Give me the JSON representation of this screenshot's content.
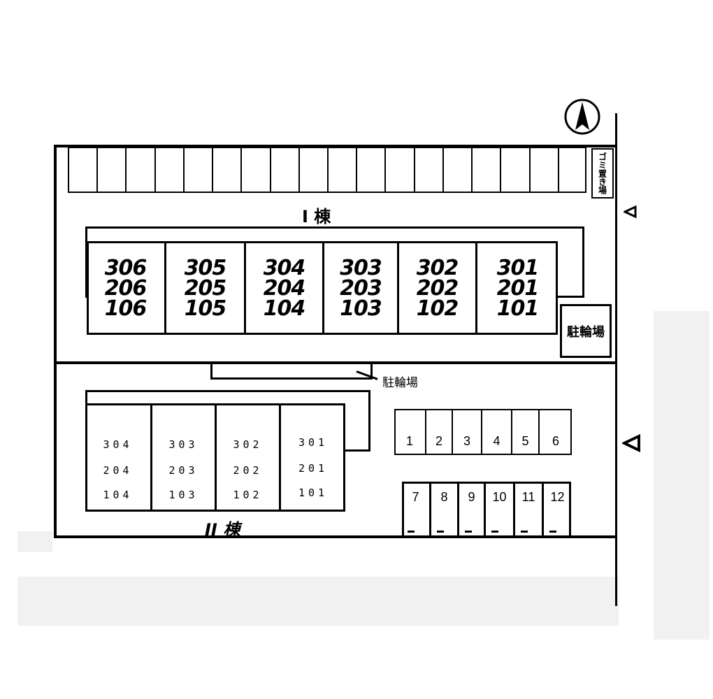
{
  "compass": {
    "label": "N-arrow"
  },
  "buildings": {
    "building1": {
      "name": "I 棟",
      "units": [
        {
          "top": "306",
          "mid": "206",
          "bot": "106"
        },
        {
          "top": "305",
          "mid": "205",
          "bot": "105"
        },
        {
          "top": "304",
          "mid": "204",
          "bot": "104"
        },
        {
          "top": "303",
          "mid": "203",
          "bot": "103"
        },
        {
          "top": "302",
          "mid": "202",
          "bot": "102"
        },
        {
          "top": "301",
          "mid": "201",
          "bot": "101"
        }
      ]
    },
    "building2": {
      "name": "II 棟",
      "units": [
        {
          "top": "304",
          "mid": "204",
          "bot": "104"
        },
        {
          "top": "303",
          "mid": "203",
          "bot": "103"
        },
        {
          "top": "302",
          "mid": "202",
          "bot": "102"
        },
        {
          "top": "301",
          "mid": "201",
          "bot": "101"
        }
      ]
    }
  },
  "facilities": {
    "garbage": "ゴミ置き場",
    "bike_parking_1": "駐輪場",
    "bike_parking_2": "駐輪場"
  },
  "parking": {
    "row1": [
      "1",
      "2",
      "3",
      "4",
      "5",
      "6"
    ],
    "row2": [
      "7",
      "8",
      "9",
      "10",
      "11",
      "12"
    ]
  }
}
